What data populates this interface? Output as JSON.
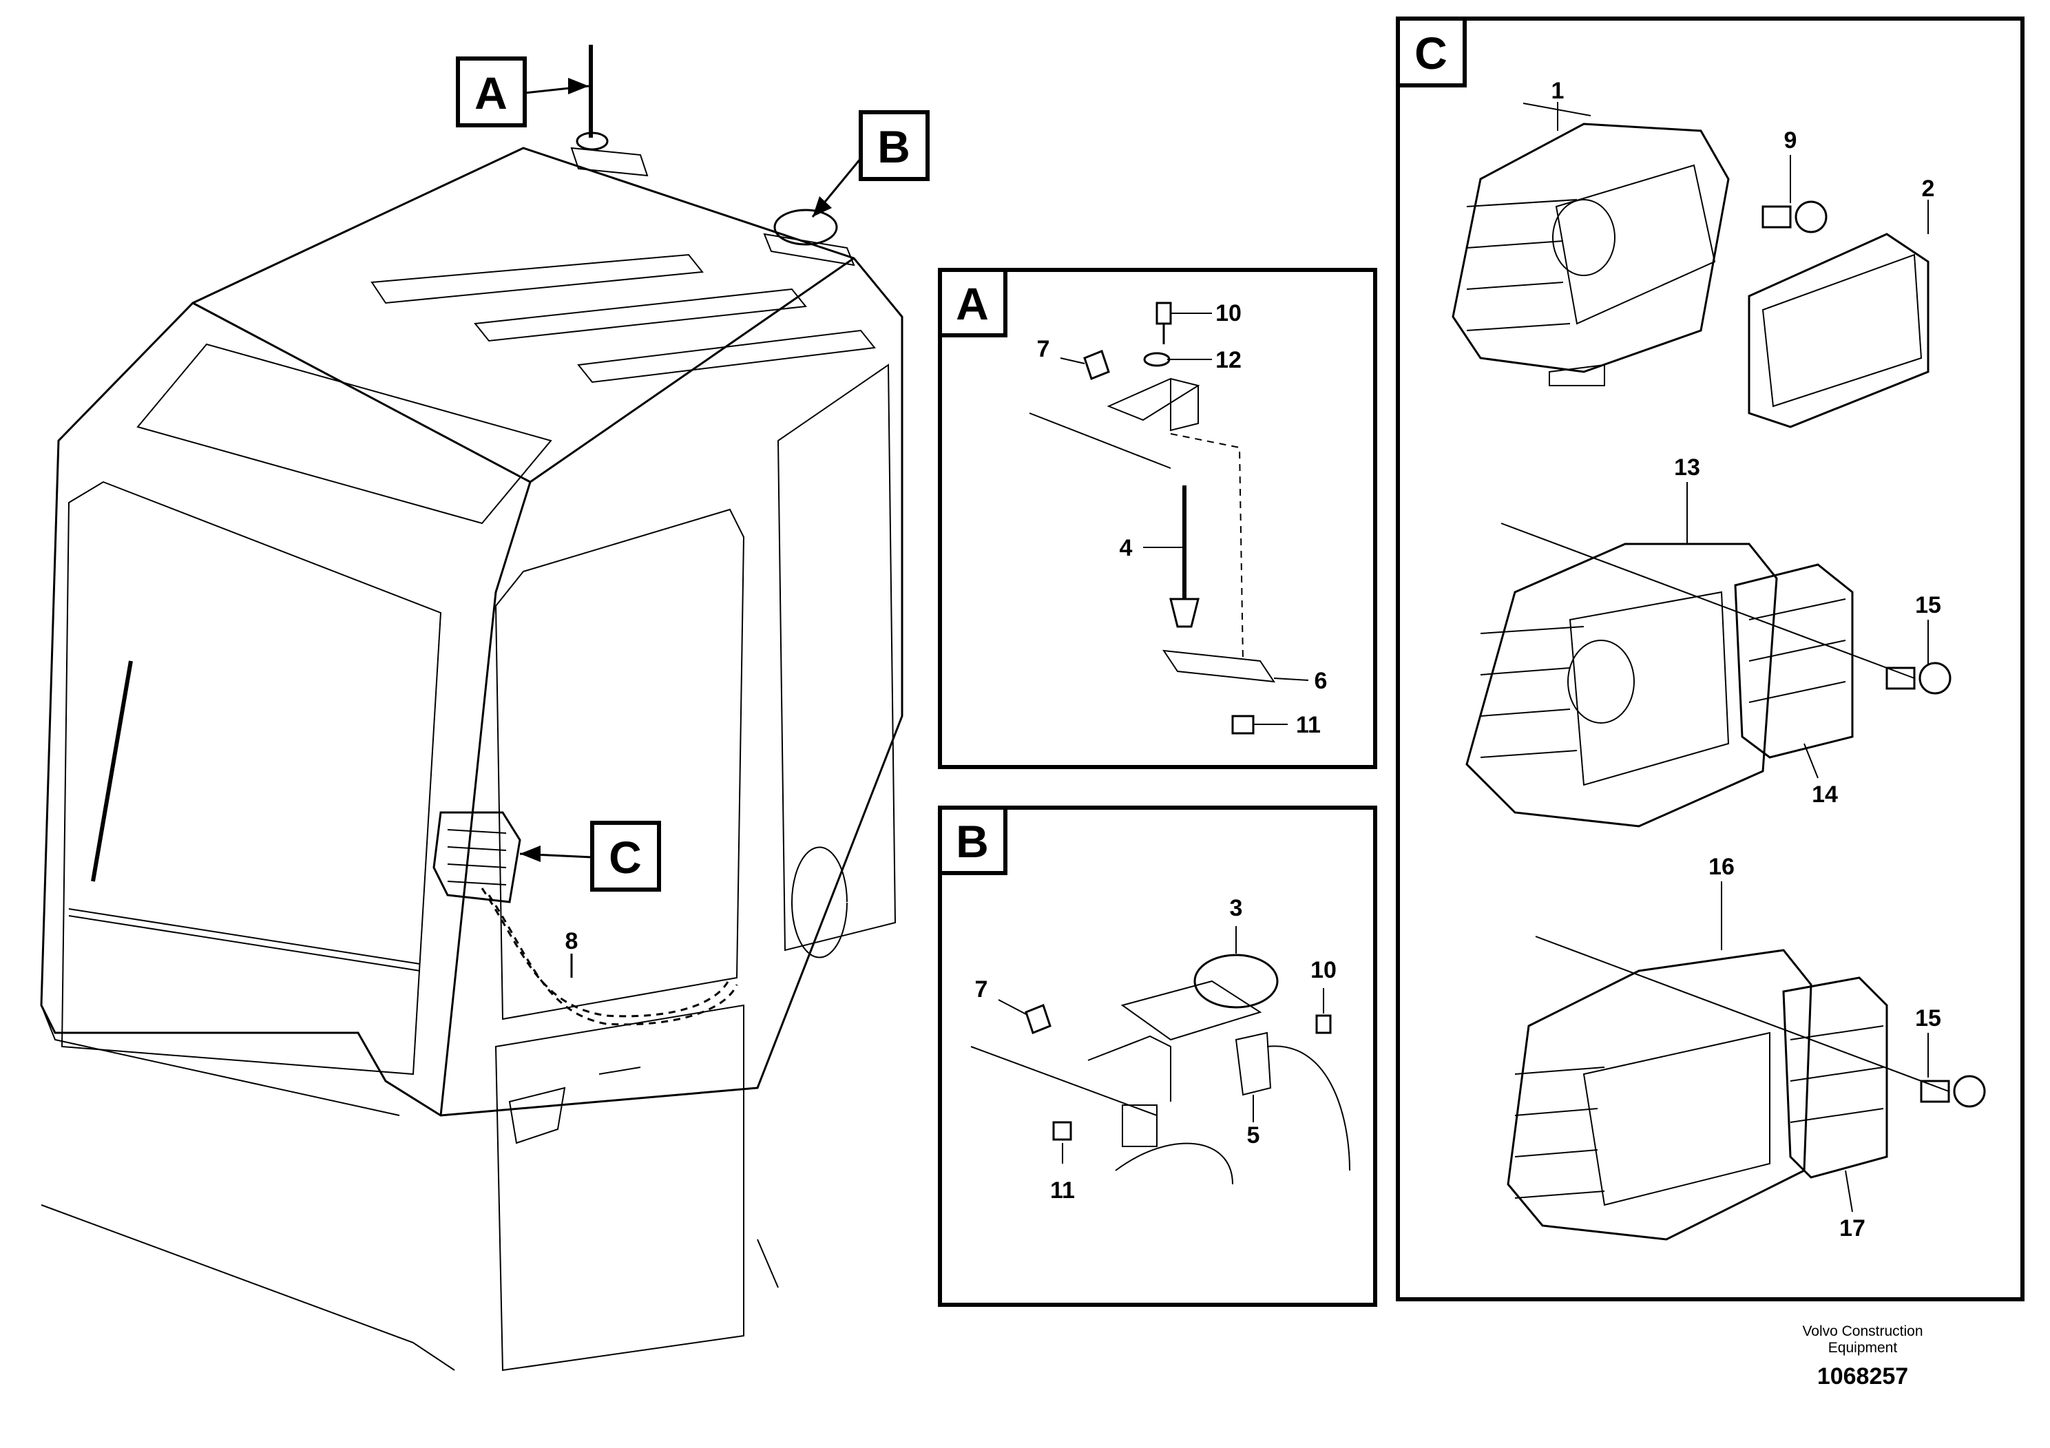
{
  "callout_boxes": [
    {
      "id": "A",
      "label": "A"
    },
    {
      "id": "B",
      "label": "B"
    },
    {
      "id": "C",
      "label": "C"
    }
  ],
  "detail_panels": [
    {
      "id": "A",
      "label": "A"
    },
    {
      "id": "B",
      "label": "B"
    },
    {
      "id": "C",
      "label": "C"
    }
  ],
  "main_callouts": {
    "harness": "8"
  },
  "panel_a_callouts": {
    "bolt": "10",
    "washer": "12",
    "plug": "7",
    "antenna": "4",
    "plate": "6",
    "nut": "11"
  },
  "panel_b_callouts": {
    "antenna": "3",
    "bolt": "10",
    "plug": "7",
    "bracket": "5",
    "nut": "11"
  },
  "panel_c_callouts": {
    "unit_top": "1",
    "screw_top": "9",
    "cover_top": "2",
    "unit_mid": "13",
    "screw_mid": "15",
    "cover_mid": "14",
    "unit_bottom": "16",
    "screw_bottom": "15",
    "cover_bottom": "17"
  },
  "footer": {
    "company_line1": "Volvo Construction",
    "company_line2": "Equipment",
    "drawing_number": "1068257"
  }
}
